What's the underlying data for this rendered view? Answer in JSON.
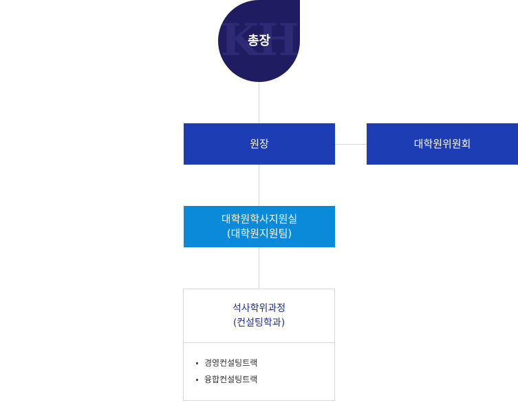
{
  "org_chart": {
    "president": {
      "label": "총장",
      "watermark": "KH",
      "color": "#201c62"
    },
    "dean": {
      "label": "원장",
      "color": "#1d3db5"
    },
    "committee": {
      "label": "대학원위원회",
      "color": "#1d3db5"
    },
    "office": {
      "line1": "대학원학사지원실",
      "line2": "(대학원지원팀)",
      "color": "#0b8ad9"
    },
    "course": {
      "line1": "석사학위과정",
      "line2": "(컨설팅학과)",
      "tracks": [
        "경영컨설팅트랙",
        "융합컨설팅트랙"
      ]
    }
  }
}
